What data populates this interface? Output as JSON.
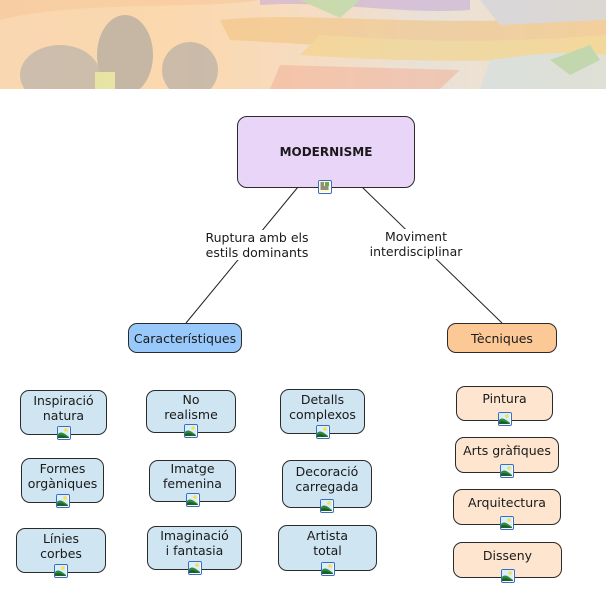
{
  "banner": {
    "description": "trencadis mosaic header image",
    "icon": "mosaic-banner-image"
  },
  "map": {
    "root": {
      "label": "MODERNISME",
      "resource_icon": "document-icon"
    },
    "links": [
      {
        "label": "Ruptura amb els\nestils dominants",
        "from": "MODERNISME",
        "to": "Característiques"
      },
      {
        "label": "Moviment\ninterdisciplinar",
        "from": "MODERNISME",
        "to": "Tècniques"
      }
    ],
    "branches": {
      "caracteristiques": {
        "label": "Característiques",
        "color": "#99c9fb",
        "children": [
          {
            "label": "Inspiració\nnatura",
            "resource_icon": "image-icon"
          },
          {
            "label": "Formes\norgàniques",
            "resource_icon": "image-icon"
          },
          {
            "label": "Línies\ncorbes",
            "resource_icon": "image-icon"
          },
          {
            "label": "No\nrealisme",
            "resource_icon": "image-icon"
          },
          {
            "label": "Imatge\nfemenina",
            "resource_icon": "image-icon"
          },
          {
            "label": "Imaginació\ni fantasia",
            "resource_icon": "image-icon"
          },
          {
            "label": "Detalls\ncomplexos",
            "resource_icon": "image-icon"
          },
          {
            "label": "Decoració\ncarregada",
            "resource_icon": "image-icon"
          },
          {
            "label": "Artista\ntotal",
            "resource_icon": "image-icon"
          }
        ]
      },
      "tecniques": {
        "label": "Tècniques",
        "color": "#fcc895",
        "children": [
          {
            "label": "Pintura",
            "resource_icon": "image-icon"
          },
          {
            "label": "Arts gràfiques",
            "resource_icon": "image-icon"
          },
          {
            "label": "Arquitectura",
            "resource_icon": "image-icon"
          },
          {
            "label": "Disseny",
            "resource_icon": "image-icon"
          }
        ]
      }
    },
    "colors": {
      "root_fill": "#e8d5f7",
      "leaf_blue_fill": "#cfe5f2",
      "leaf_orange_fill": "#fde5cf"
    }
  }
}
